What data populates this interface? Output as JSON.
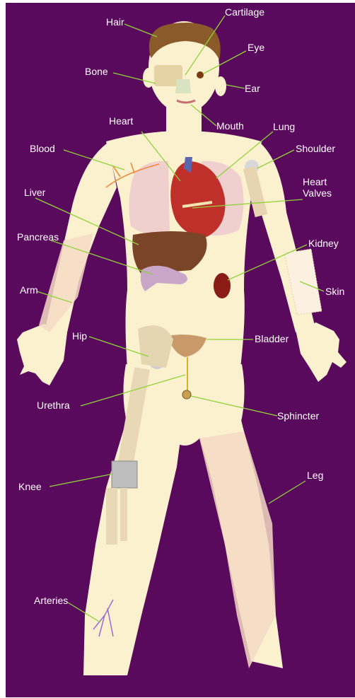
{
  "colors": {
    "background": "#5a0a5c",
    "label_text": "#ffffff",
    "leader_line": "#8fd23a",
    "skin": "#fbf1cf"
  },
  "labels": {
    "hair": "Hair",
    "cartilage": "Cartilage",
    "eye": "Eye",
    "bone": "Bone",
    "ear": "Ear",
    "mouth": "Mouth",
    "heart": "Heart",
    "lung": "Lung",
    "blood": "Blood",
    "shoulder": "Shoulder",
    "liver": "Liver",
    "heart_valves_line1": "Heart",
    "heart_valves_line2": "Valves",
    "pancreas": "Pancreas",
    "kidney": "Kidney",
    "arm": "Arm",
    "skin": "Skin",
    "hip": "Hip",
    "bladder": "Bladder",
    "urethra": "Urethra",
    "sphincter": "Sphincter",
    "leg": "Leg",
    "knee": "Knee",
    "arteries": "Arteries"
  }
}
